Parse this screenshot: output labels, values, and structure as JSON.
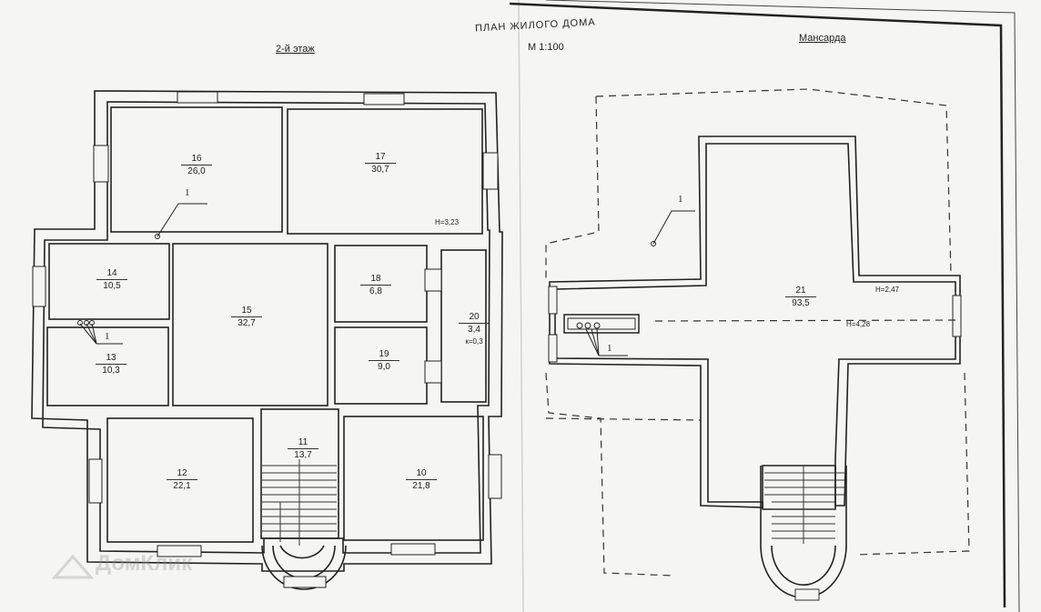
{
  "drawing": {
    "title": "ПЛАН ЖИЛОГО ДОМА",
    "scale": "М 1:100",
    "watermark": "ДомКлик"
  },
  "floor2": {
    "title": "2-й этаж",
    "height_note": "Н=3,23",
    "callout_1a": "1",
    "callout_1b": "1",
    "rooms": [
      {
        "id": "16",
        "area": "26,0"
      },
      {
        "id": "17",
        "area": "30,7"
      },
      {
        "id": "14",
        "area": "10,5"
      },
      {
        "id": "15",
        "area": "32,7"
      },
      {
        "id": "18",
        "area": "6,8"
      },
      {
        "id": "20",
        "area": "3,4",
        "extra": "к=0,3"
      },
      {
        "id": "13",
        "area": "10,3"
      },
      {
        "id": "19",
        "area": "9,0"
      },
      {
        "id": "11",
        "area": "13,7"
      },
      {
        "id": "12",
        "area": "22,1"
      },
      {
        "id": "10",
        "area": "21,8"
      }
    ]
  },
  "attic": {
    "title": "Мансарда",
    "height_note_1": "Н=2,47",
    "height_note_2": "Н=4,28",
    "callout_1a": "1",
    "callout_1b": "1",
    "rooms": [
      {
        "id": "21",
        "area": "93,5"
      }
    ]
  }
}
